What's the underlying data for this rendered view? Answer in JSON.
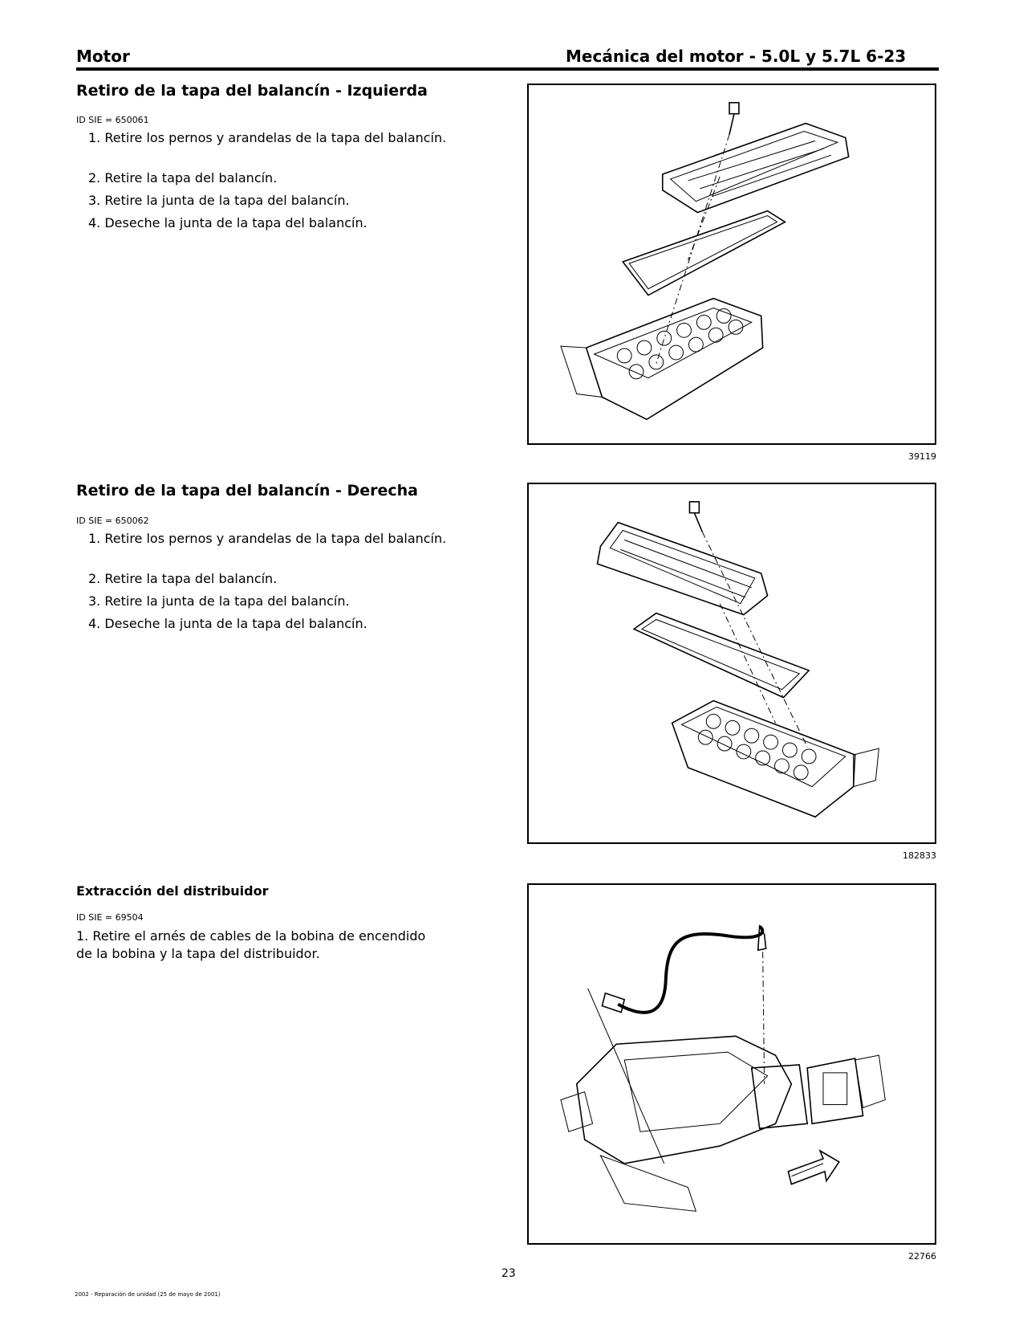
{
  "header": {
    "left": "Motor",
    "right": "Mecánica del motor - 5.0L y 5.7L 6-23"
  },
  "sections": [
    {
      "title": "Retiro de la tapa del balancín - Izquierda",
      "sie": "ID SIE = 650061",
      "steps": [
        "1. Retire los pernos y arandelas de la tapa del balancín.",
        "2. Retire la tapa del balancín.",
        "3. Retire la junta de la tapa del balancín.",
        "4. Deseche la junta de la tapa del balancín."
      ],
      "figure_number": "39119"
    },
    {
      "title": "Retiro de la tapa del balancín - Derecha",
      "sie": "ID SIE = 650062",
      "steps": [
        "1. Retire los pernos y arandelas de la tapa del balancín.",
        "2. Retire la tapa del balancín.",
        "3. Retire la junta de la tapa del balancín.",
        "4. Deseche la junta de la tapa del balancín."
      ],
      "figure_number": "182833"
    },
    {
      "title": "Extracción del distribuidor",
      "sie": "ID SIE = 69504",
      "text_line1": "1. Retire el arnés de cables de la bobina de encendido",
      "text_line2": "de la bobina y la tapa del distribuidor.",
      "figure_number": "22766"
    }
  ],
  "page_number": "23",
  "footer": "2002 - Reparación de unidad (25 de mayo de 2001)"
}
